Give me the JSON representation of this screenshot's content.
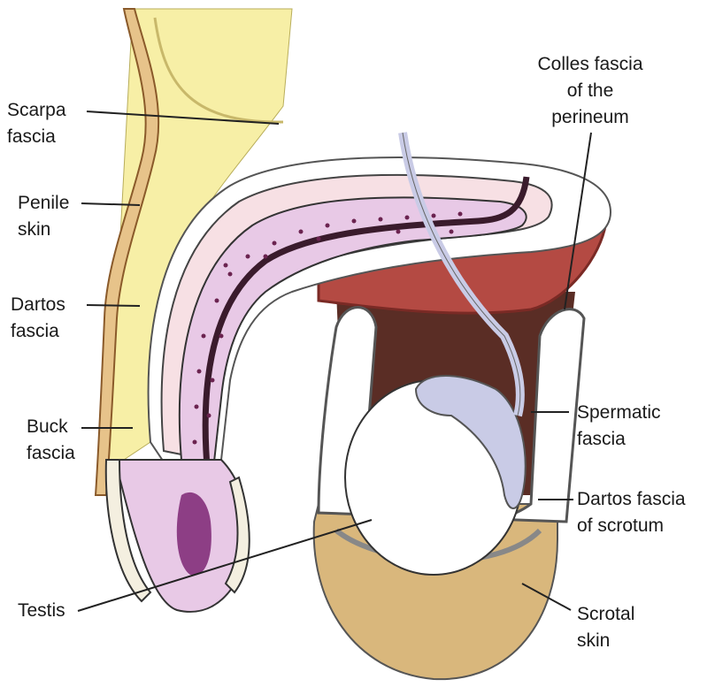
{
  "labels": {
    "scarpa": {
      "line1": "Scarpa",
      "line2": "fascia"
    },
    "penile_skin": {
      "line1": "Penile",
      "line2": "skin"
    },
    "dartos": {
      "line1": "Dartos",
      "line2": "fascia"
    },
    "buck": {
      "line1": "Buck",
      "line2": "fascia"
    },
    "testis": {
      "line1": "Testis"
    },
    "colles": {
      "line1": "Colles fascia",
      "line2": "of the",
      "line3": "perineum"
    },
    "spermatic": {
      "line1": "Spermatic",
      "line2": "fascia"
    },
    "dartos_scrotum": {
      "line1": "Dartos fascia",
      "line2": "of scrotum"
    },
    "scrotal_skin": {
      "line1": "Scrotal",
      "line2": "skin"
    }
  },
  "colors": {
    "fat": "#f7efa6",
    "skin": "#e7c38a",
    "skin_outline": "#8a5a2a",
    "corpus": "#e8c9e6",
    "urethra": "#3a1b2c",
    "stripe": "#f7e0e4",
    "muscle": "#b44a43",
    "cavity": "#5a2d25",
    "testis": "#ffffff",
    "epididymis": "#c9cbe6",
    "scrotum": "#d9b77c",
    "glans": "#8d3e85"
  }
}
